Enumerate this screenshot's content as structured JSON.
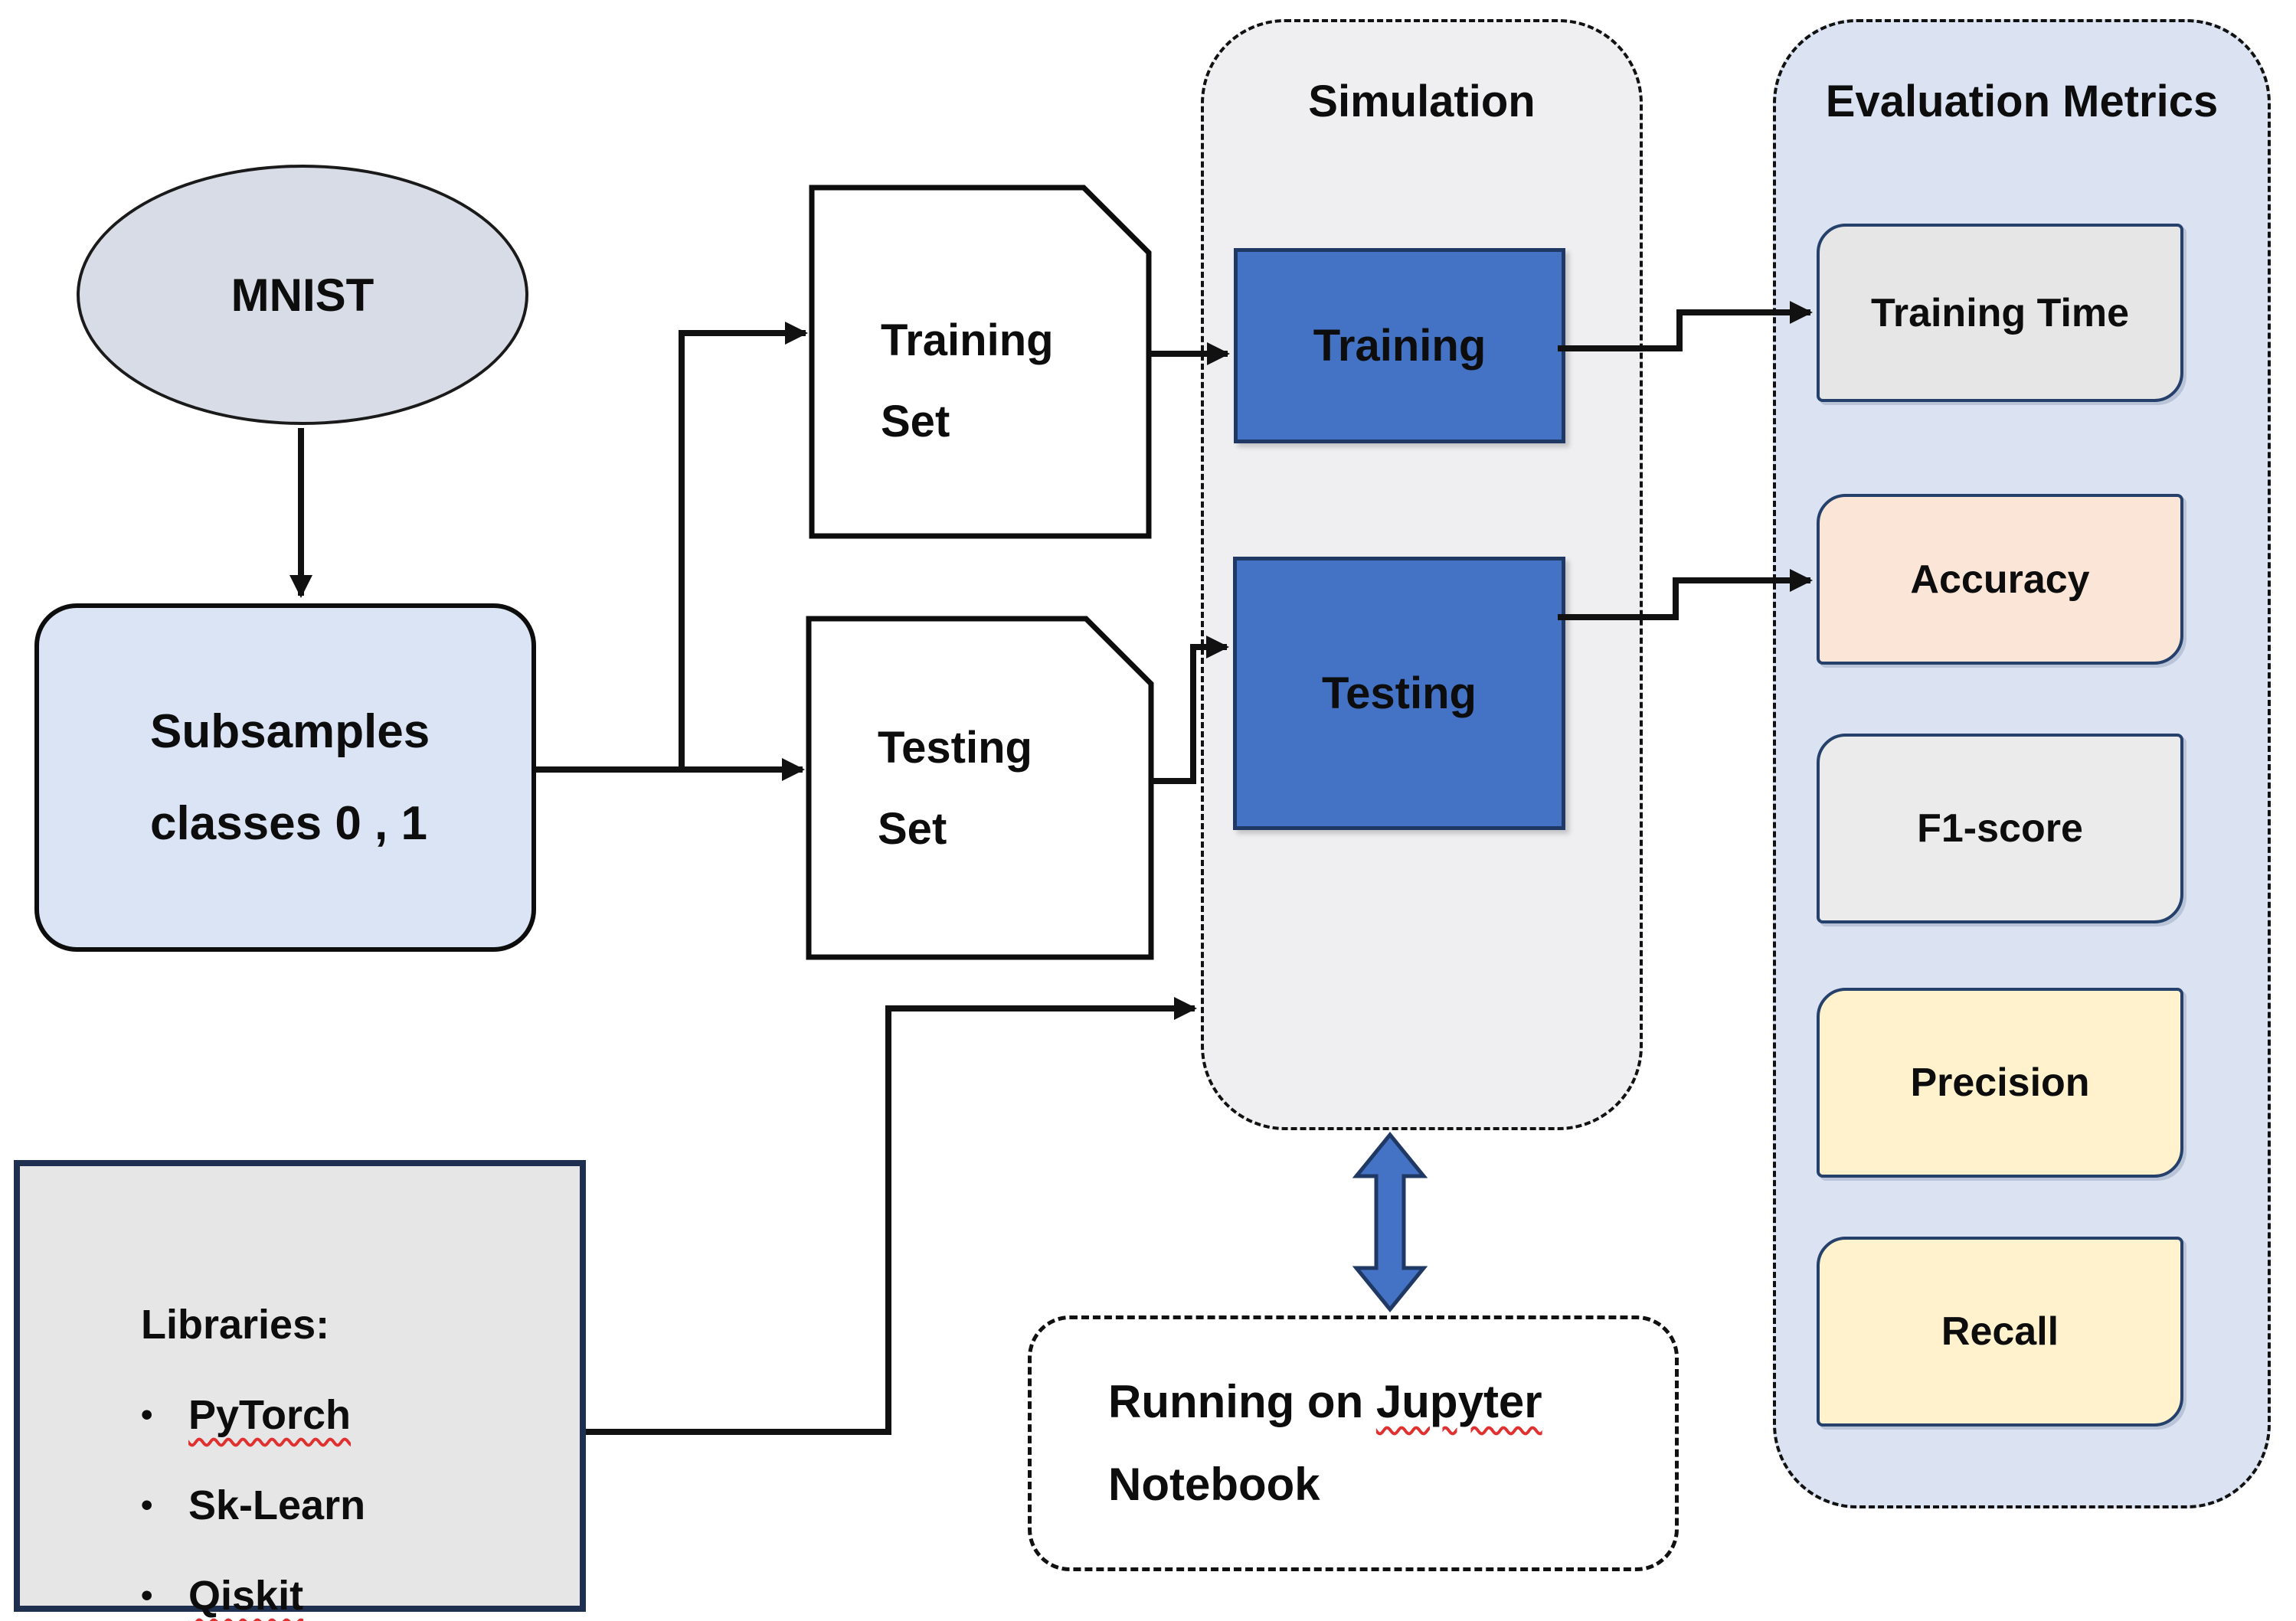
{
  "diagram": {
    "mnist": {
      "label": "MNIST"
    },
    "subsamples": {
      "label": "Subsamples\nclasses 0 , 1"
    },
    "training_set": {
      "label": "Training\nSet"
    },
    "testing_set": {
      "label": "Testing\nSet"
    },
    "simulation": {
      "title": "Simulation",
      "training_label": "Training",
      "testing_label": "Testing"
    },
    "evaluation": {
      "title": "Evaluation Metrics",
      "metrics": [
        {
          "label": "Training Time"
        },
        {
          "label": "Accuracy"
        },
        {
          "label": "F1-score"
        },
        {
          "label": "Precision"
        },
        {
          "label": "Recall"
        }
      ]
    },
    "libraries": {
      "heading": "Libraries:",
      "items": [
        {
          "label": "PyTorch"
        },
        {
          "label": "Sk-Learn"
        },
        {
          "label": "Qiskit"
        }
      ]
    },
    "notebook": {
      "line1_prefix": "Running on ",
      "line1_word": "Jupyter",
      "line2": "Notebook"
    },
    "colors": {
      "process_blue": "#4472c4",
      "navy_border": "#1f3864",
      "evaluation_panel": "#dbe3f2",
      "simulation_panel": "#efeff1",
      "subsamples_fill": "#dbe4f4",
      "ellipse_fill": "#d7dce6",
      "gray_box": "#e7e6e6",
      "accuracy_fill": "#fbe5d6",
      "precision_recall_fill": "#fff2cc",
      "connector_black": "#111111",
      "squiggle_red": "#e03131"
    }
  }
}
